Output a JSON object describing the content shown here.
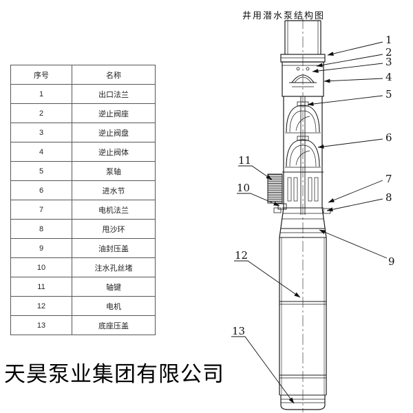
{
  "title": "井用潜水泵结构图",
  "company": "天昊泵业集团有限公司",
  "table": {
    "headers": {
      "num": "序号",
      "name": "名称"
    },
    "rows": [
      {
        "num": "1",
        "name": "出口法兰"
      },
      {
        "num": "2",
        "name": "逆止阀座"
      },
      {
        "num": "3",
        "name": "逆止阀盘"
      },
      {
        "num": "4",
        "name": "逆止阀体"
      },
      {
        "num": "5",
        "name": "泵轴"
      },
      {
        "num": "6",
        "name": "进水节"
      },
      {
        "num": "7",
        "name": "电机法兰"
      },
      {
        "num": "8",
        "name": "甩沙环"
      },
      {
        "num": "9",
        "name": "油封压盖"
      },
      {
        "num": "10",
        "name": "注水孔丝堵"
      },
      {
        "num": "11",
        "name": "轴键"
      },
      {
        "num": "12",
        "name": "电机"
      },
      {
        "num": "13",
        "name": "底座压盖"
      }
    ]
  },
  "callouts": [
    "1",
    "2",
    "3",
    "4",
    "5",
    "6",
    "7",
    "8",
    "9",
    "10",
    "11",
    "12",
    "13"
  ],
  "colors": {
    "line": "#1a1a1a",
    "border": "#555555",
    "background": "#ffffff"
  }
}
